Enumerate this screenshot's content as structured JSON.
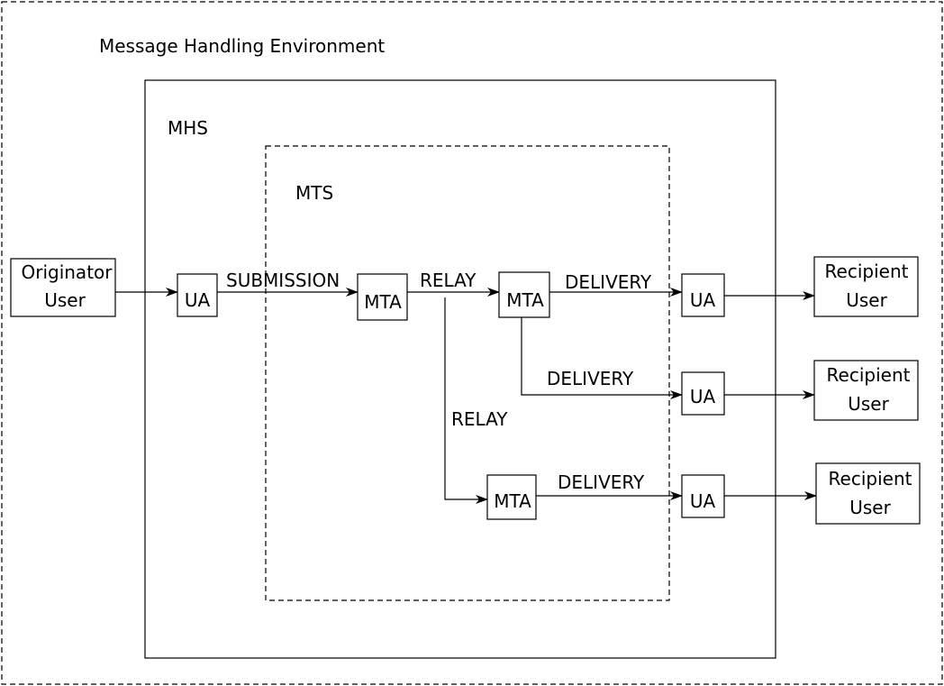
{
  "labels": {
    "environment": "Message Handling Environment",
    "mhs": "MHS",
    "mts": "MTS"
  },
  "originator": {
    "line1": "Originator",
    "line2": "User"
  },
  "recipients": [
    {
      "line1": "Recipient",
      "line2": "User"
    },
    {
      "line1": "Recipient",
      "line2": "User"
    },
    {
      "line1": "Recipient",
      "line2": "User"
    }
  ],
  "ua": [
    "UA",
    "UA",
    "UA",
    "UA"
  ],
  "mta": [
    "MTA",
    "MTA",
    "MTA"
  ],
  "flows": {
    "submission": "SUBMISSION",
    "relay_top": "RELAY",
    "relay_down": "RELAY",
    "delivery_1": "DELIVERY",
    "delivery_2": "DELIVERY",
    "delivery_3": "DELIVERY"
  }
}
